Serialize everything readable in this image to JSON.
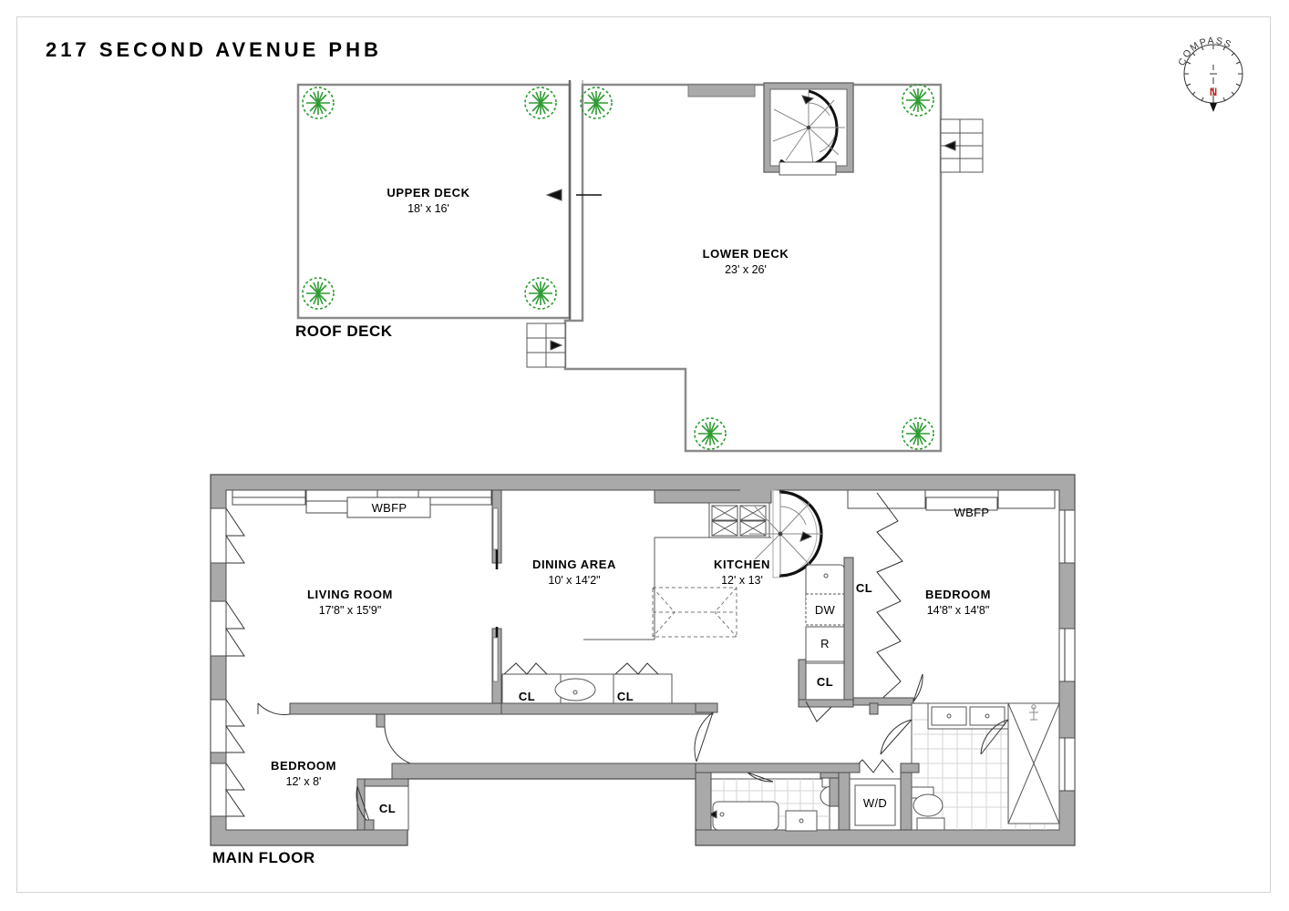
{
  "title": "217 SECOND AVENUE PHB",
  "compass": {
    "name": "compass-rose",
    "ring_text": "COMPASS",
    "north_label": "N",
    "north_color": "#cc2222"
  },
  "sections": [
    {
      "id": "roof-deck",
      "label": "ROOF DECK"
    },
    {
      "id": "main-floor",
      "label": "MAIN FLOOR"
    }
  ],
  "roof_deck": {
    "label": "ROOF DECK",
    "rooms": [
      {
        "name": "UPPER DECK",
        "dim": "18' x 16'"
      },
      {
        "name": "LOWER DECK",
        "dim": "23' x 26'"
      }
    ],
    "features": [
      "spiral-staircase",
      "stairs-right",
      "stairs-left",
      "planters"
    ],
    "planter_color": "#2e9b32",
    "planter_count": 8
  },
  "main_floor": {
    "label": "MAIN FLOOR",
    "rooms": [
      {
        "name": "LIVING ROOM",
        "dim": "17'8\" x 15'9\""
      },
      {
        "name": "DINING AREA",
        "dim": "10' x 14'2\""
      },
      {
        "name": "KITCHEN",
        "dim": "12' x 13'"
      },
      {
        "name": "BEDROOM",
        "dim": "14'8\" x 14'8\""
      },
      {
        "name": "BEDROOM",
        "dim": "12' x 8'"
      }
    ],
    "fireplaces": [
      {
        "label": "WBFP",
        "room": "living-room"
      },
      {
        "label": "WBFP",
        "room": "master-bedroom"
      }
    ],
    "closets": [
      {
        "label": "CL",
        "id": "cl-dining-left"
      },
      {
        "label": "CL",
        "id": "cl-dining-right"
      },
      {
        "label": "CL",
        "id": "cl-kitchen"
      },
      {
        "label": "CL",
        "id": "cl-master"
      },
      {
        "label": "CL",
        "id": "cl-bedroom2"
      }
    ],
    "appliances": [
      {
        "label": "DW",
        "name": "dishwasher"
      },
      {
        "label": "R",
        "name": "refrigerator"
      },
      {
        "label": "W/D",
        "name": "washer-dryer"
      }
    ],
    "fixtures": [
      "bathtub",
      "toilet",
      "sink",
      "double-vanity",
      "shower",
      "spiral-staircase",
      "cooktop",
      "kitchen-island"
    ]
  },
  "colors": {
    "wall_fill": "#a9a9a9",
    "wall_stroke": "#555555",
    "line": "#333333",
    "green": "#2e9b32",
    "frame": "#d3d3d3",
    "north": "#cc2222"
  }
}
